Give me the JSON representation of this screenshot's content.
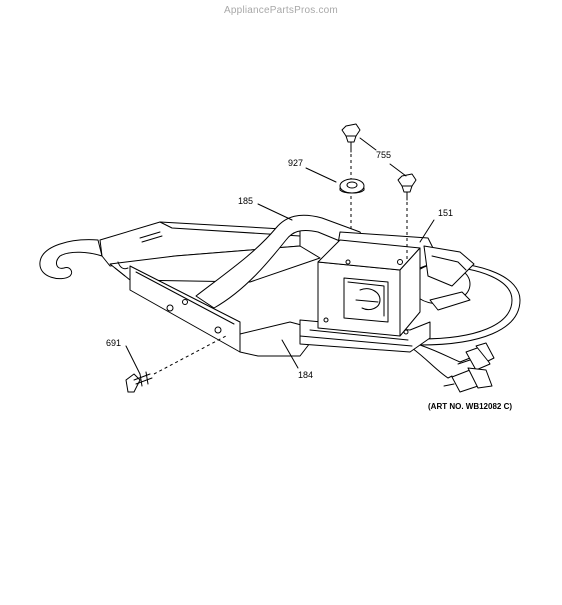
{
  "watermark": "AppliancePartsPros.com",
  "art_number": "(ART NO. WB12082 C)",
  "callouts": {
    "c755": "755",
    "c927": "927",
    "c185": "185",
    "c151": "151",
    "c691": "691",
    "c184": "184"
  }
}
